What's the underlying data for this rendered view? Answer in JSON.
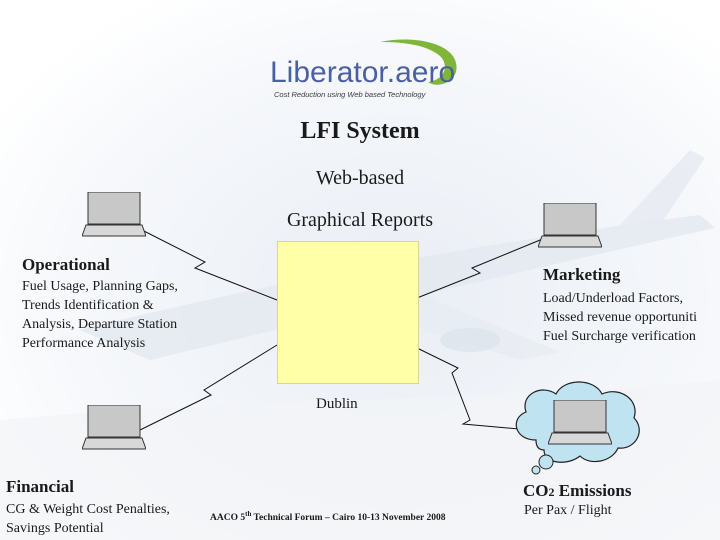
{
  "logo": {
    "name": "Liberator.aero",
    "tagline": "Cost Reduction using Web based Technology"
  },
  "title": {
    "system": "LFI System",
    "web": "Web-based",
    "reports": "Graphical Reports"
  },
  "operational": {
    "heading": "Operational",
    "lines": [
      "Fuel Usage, Planning Gaps,",
      "Trends Identification &",
      "Analysis, Departure Station",
      "Performance Analysis"
    ]
  },
  "marketing": {
    "heading": "Marketing",
    "lines": [
      "Load/Underload Factors,",
      "Missed revenue opportuniti",
      "Fuel Surcharge verification"
    ]
  },
  "financial": {
    "heading": "Financial",
    "lines": [
      "CG & Weight Cost Penalties,",
      "Savings Potential"
    ]
  },
  "emissions": {
    "heading_prefix": "CO",
    "heading_sub": "2",
    "heading_suffix": " Emissions",
    "body": "Per Pax / Flight"
  },
  "server_label": "Dublin",
  "footer": {
    "prefix": "AACO 5",
    "sup": "th",
    "suffix": " Technical Forum – Cairo 10-13 November 2008"
  },
  "colors": {
    "accent_blue": "#4b5fa3",
    "swoosh_green": "#7fb539",
    "server_fill": "#ffffa8",
    "cloud_fill": "#bfe3f0",
    "laptop_gray": "#c8c8c8"
  }
}
